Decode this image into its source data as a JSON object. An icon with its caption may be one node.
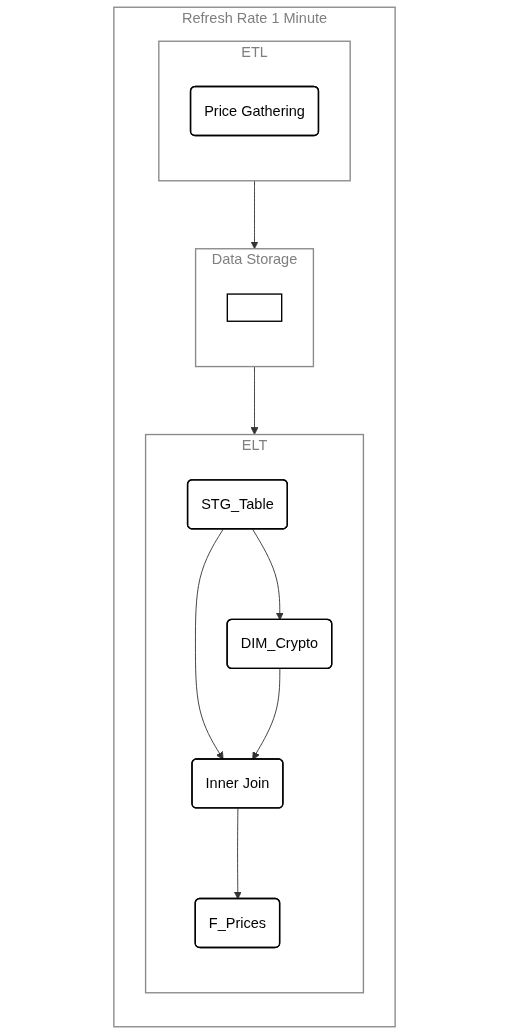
{
  "diagram": {
    "nodes": [
      {
        "text": [
          "Refresh Rate 1 Minute"
        ]
      },
      {
        "text": [
          "ETL"
        ],
        "in": 0
      },
      {
        "text": [
          "Price Gathering"
        ],
        "in": 1
      },
      {
        "text": [
          "Data Storage"
        ],
        "in": 0
      },
      {
        "text": [],
        "shape": "box",
        "in": 3
      },
      {
        "text": [
          "ELT"
        ],
        "in": 0
      },
      {
        "text": [
          "STG_Table"
        ],
        "in": 5
      },
      {
        "text": [
          "DIM_Crypto"
        ],
        "in": 5
      },
      {
        "text": [
          "Inner Join"
        ],
        "in": 5
      },
      {
        "text": [
          "F_Prices"
        ],
        "in": 5
      }
    ],
    "edges": [
      {
        "from": 1,
        "to": 3,
        "arrow": "to"
      },
      {
        "from": 3,
        "to": 5,
        "arrow": "to"
      },
      {
        "from": 6,
        "to": 7,
        "arrow": "to"
      },
      {
        "from": 6,
        "to": 8,
        "arrow": "to"
      },
      {
        "from": 7,
        "to": 8,
        "arrow": "to"
      },
      {
        "from": 8,
        "to": 9,
        "arrow": "to"
      }
    ]
  }
}
